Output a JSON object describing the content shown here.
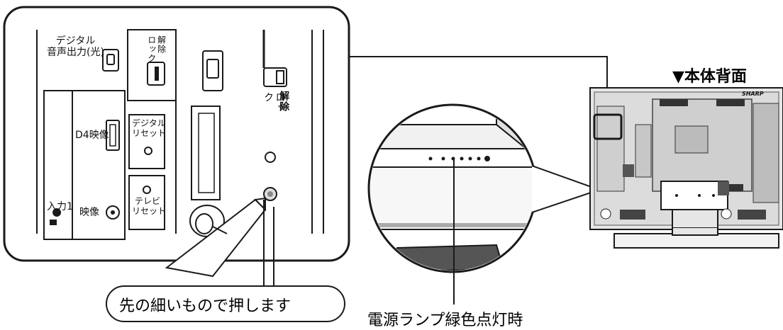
{
  "zoom_panel": {
    "digital_audio_out": "デジタル\n音声出力(光)",
    "lock_release_small": "解除\nロック",
    "lock_label": "ロック",
    "release_label": "解除",
    "d4_video": "D4映像",
    "digital_reset": "デジタル\nリセット",
    "tv_reset": "テレビ\nリセット",
    "input1": "入力1",
    "video": "映像"
  },
  "captions": {
    "press_instruction": "先の細いもので押します",
    "power_lamp": "電源ランプ緑色点灯時",
    "rear_view": "▼本体背面"
  },
  "tv_back": {
    "brand": "SHARP"
  },
  "colors": {
    "line": "#1a1a1a",
    "panel_fill": "#ffffff",
    "tv_fill": "#e6e6e6",
    "tv_dark": "#3a3a3a"
  }
}
